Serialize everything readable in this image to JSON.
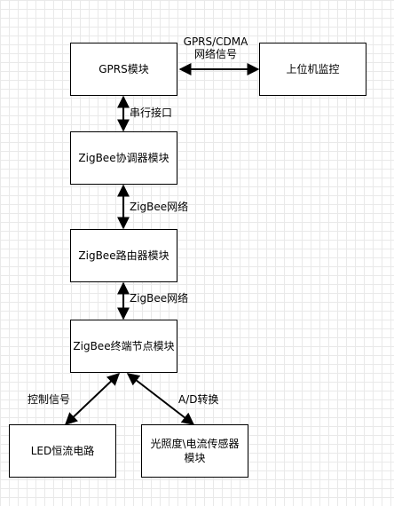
{
  "nodes": {
    "gprs": "GPRS模块",
    "host": "上位机监控",
    "coordinator": "ZigBee协调器模块",
    "router": "ZigBee路由器模块",
    "endnode": "ZigBee终端节点模块",
    "led": "LED恒流电路",
    "sensor": "光照度\\电流传感器模块"
  },
  "edges": {
    "gprs_host_line1": "GPRS/CDMA",
    "gprs_host_line2": "网络信号",
    "gprs_coord": "串行接口",
    "coord_router": "ZigBee网络",
    "router_end": "ZigBee网络",
    "end_led": "控制信号",
    "end_sensor": "A/D转换"
  },
  "colors": {
    "stroke": "#000000",
    "grid": "#e9e9e9"
  }
}
